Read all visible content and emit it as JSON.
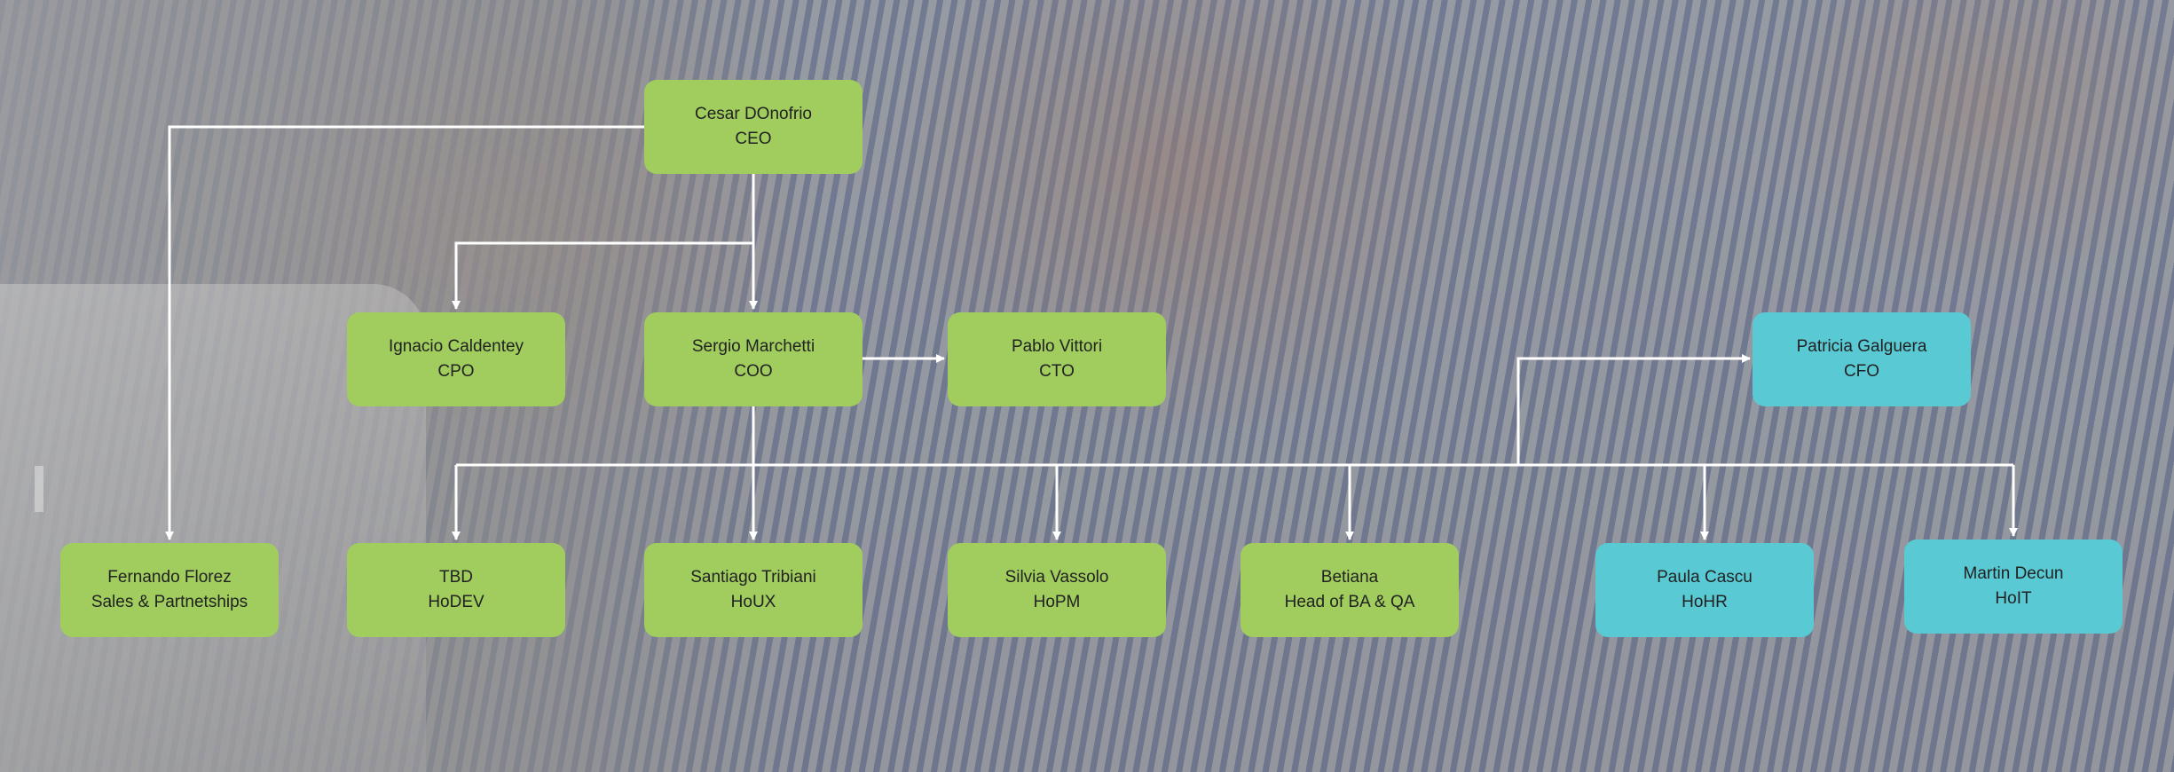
{
  "nodes": [
    {
      "id": "ceo",
      "name": "Cesar DOnofrio",
      "role": "CEO",
      "color": "#a0cd5e"
    },
    {
      "id": "cpo",
      "name": "Ignacio Caldentey",
      "role": "CPO",
      "color": "#a0cd5e"
    },
    {
      "id": "coo",
      "name": "Sergio Marchetti",
      "role": "COO",
      "color": "#a0cd5e"
    },
    {
      "id": "cto",
      "name": "Pablo Vittori",
      "role": "CTO",
      "color": "#a0cd5e"
    },
    {
      "id": "cfo",
      "name": "Patricia Galguera",
      "role": "CFO",
      "color": "#59c9d4"
    },
    {
      "id": "sales",
      "name": "Fernando Florez",
      "role": "Sales & Partnetships",
      "color": "#a0cd5e"
    },
    {
      "id": "hodev",
      "name": "TBD",
      "role": "HoDEV",
      "color": "#a0cd5e"
    },
    {
      "id": "houx",
      "name": "Santiago Tribiani",
      "role": "HoUX",
      "color": "#a0cd5e"
    },
    {
      "id": "hopm",
      "name": "Silvia Vassolo",
      "role": "HoPM",
      "color": "#a0cd5e"
    },
    {
      "id": "ba",
      "name": "Betiana",
      "role": "Head of BA & QA",
      "color": "#a0cd5e"
    },
    {
      "id": "hohr",
      "name": "Paula Cascu",
      "role": "HoHR",
      "color": "#59c9d4"
    },
    {
      "id": "hoit",
      "name": "Martin Decun",
      "role": "HoIT",
      "color": "#59c9d4"
    }
  ],
  "colors": {
    "connector": "#ffffff",
    "node_green": "#a0cd5e",
    "node_cyan": "#59c9d4"
  }
}
